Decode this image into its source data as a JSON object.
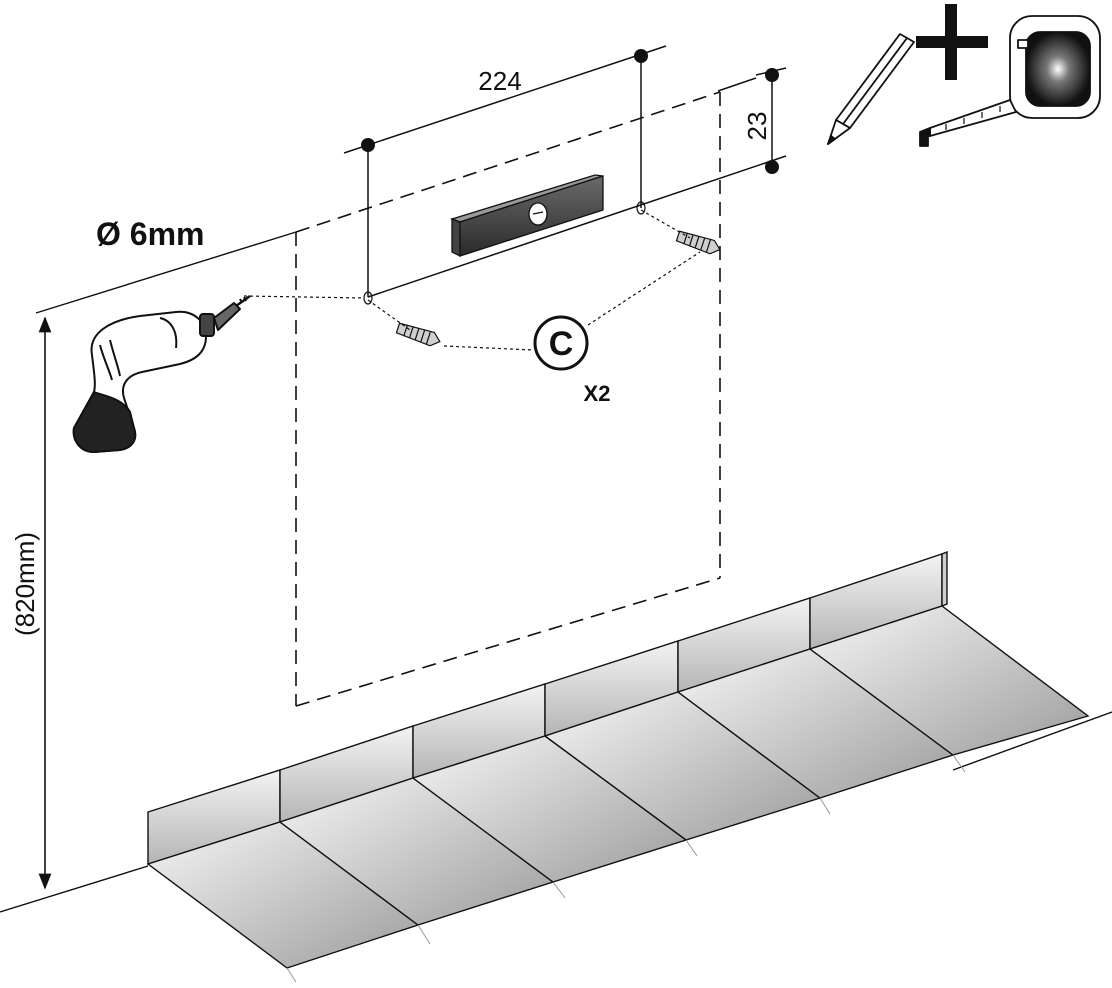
{
  "labels": {
    "hole_diameter": "Ø 6mm",
    "horizontal_spacing": "224",
    "vertical_offset": "23",
    "mount_height": "(820mm)",
    "part_letter": "C",
    "part_quantity": "X2"
  },
  "icons": {
    "drill": "drill-icon",
    "pencil": "pencil-icon",
    "plus": "plus-icon",
    "tape_measure": "tape-measure-icon",
    "spirit_level": "spirit-level-icon",
    "wall_plug": "wall-plug-icon"
  },
  "colors": {
    "line": "#111111",
    "tile_light": "#f4f4f4",
    "tile_dark": "#9a9a9a"
  }
}
